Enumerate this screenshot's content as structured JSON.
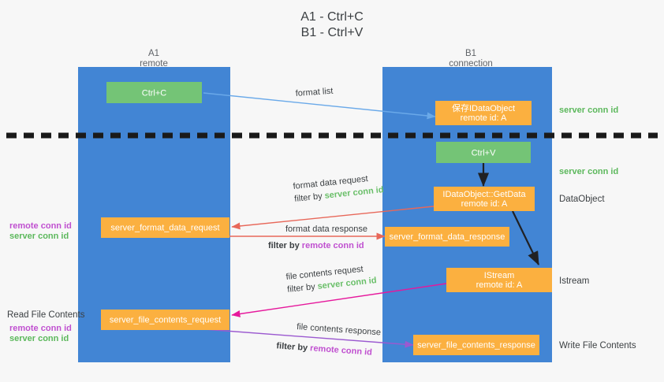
{
  "title": {
    "line1": "A1 - Ctrl+C",
    "line2": "B1 - Ctrl+V"
  },
  "colors": {
    "lane": "#4285d4",
    "green_node": "#74c476",
    "orange_node": "#fbb040",
    "background": "#f7f7f7",
    "server_conn_id": "#5cb85c",
    "remote_conn_id": "#c050d0",
    "arrow_blue": "#6aa9e9",
    "arrow_red": "#e8685a",
    "arrow_magenta": "#e6189c",
    "arrow_purple": "#9b59d0",
    "arrow_black": "#202124",
    "divider": "#1a1a1a"
  },
  "lanes": [
    {
      "id": "a1",
      "title": "A1",
      "subtitle": "remote"
    },
    {
      "id": "b1",
      "title": "B1",
      "subtitle": "connection"
    }
  ],
  "nodes": {
    "ctrl_c": {
      "label": "Ctrl+C",
      "kind": "green"
    },
    "save_idataobject": {
      "line1": "保存IDataObject",
      "line2": "remote id: A",
      "kind": "orange"
    },
    "ctrl_v": {
      "label": "Ctrl+V",
      "kind": "green"
    },
    "getdata": {
      "line1": "IDataObject::GetData",
      "line2": "remote id: A",
      "kind": "orange"
    },
    "server_format_data_request": {
      "label": "server_format_data_request",
      "kind": "orange"
    },
    "server_format_data_response": {
      "label": "server_format_data_response",
      "kind": "orange"
    },
    "istream": {
      "line1": "IStream",
      "line2": "remote id: A",
      "kind": "orange"
    },
    "server_file_contents_request": {
      "label": "server_file_contents_request",
      "kind": "orange"
    },
    "server_file_contents_response": {
      "label": "server_file_contents_response",
      "kind": "orange"
    }
  },
  "edges": {
    "format_list": {
      "label": "format list"
    },
    "format_data_request": {
      "label": "format data request",
      "filter_prefix": "filter by ",
      "filter_tag": "server conn id"
    },
    "format_data_response": {
      "label": "format data response",
      "filter_prefix": "filter by ",
      "filter_tag": "remote conn id"
    },
    "file_contents_request": {
      "label": "file contents request",
      "filter_prefix": "filter by ",
      "filter_tag": "server conn id"
    },
    "file_contents_response": {
      "label": "file contents response",
      "filter_prefix": "filter by ",
      "filter_tag": "remote conn id"
    }
  },
  "right_labels": {
    "server_conn_id_top": "server conn id",
    "server_conn_id_mid": "server conn id",
    "dataobject": "DataObject",
    "istream": "Istream",
    "write_file_contents": "Write File Contents"
  },
  "left_labels": {
    "remote_conn_id_1": "remote conn id",
    "server_conn_id_1": "server conn id",
    "read_file_contents": "Read File Contents",
    "remote_conn_id_2": "remote conn id",
    "server_conn_id_2": "server conn id"
  }
}
